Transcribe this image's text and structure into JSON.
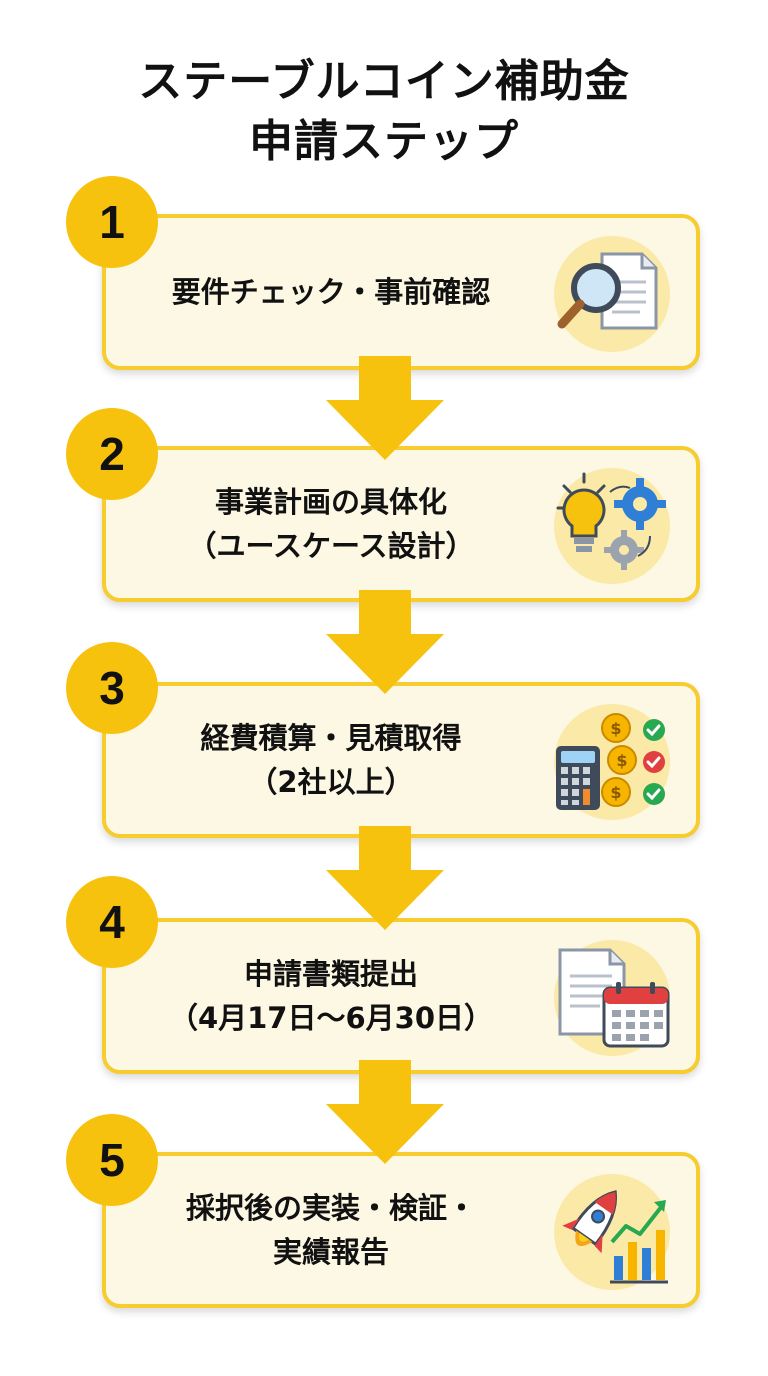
{
  "title": {
    "line1": "ステーブルコイン補助金",
    "line2": "申請ステップ"
  },
  "steps": [
    {
      "number": "1",
      "line1": "要件チェック・事前確認",
      "line2": "",
      "icon": "magnifier-document-icon"
    },
    {
      "number": "2",
      "line1": "事業計画の具体化",
      "line2": "（ユースケース設計）",
      "icon": "lightbulb-gears-icon"
    },
    {
      "number": "3",
      "line1": "経費積算・見積取得",
      "line2": "（2社以上）",
      "icon": "calculator-coins-checks-icon"
    },
    {
      "number": "4",
      "line1": "申請書類提出",
      "line2": "（4月17日〜6月30日）",
      "icon": "document-calendar-icon"
    },
    {
      "number": "5",
      "line1": "採択後の実装・検証・",
      "line2": "実績報告",
      "icon": "rocket-growth-chart-icon"
    }
  ],
  "colors": {
    "accent": "#f7c20d",
    "card_border": "#f6cc2e",
    "card_fill": "#fdf8e4",
    "text": "#111111"
  }
}
